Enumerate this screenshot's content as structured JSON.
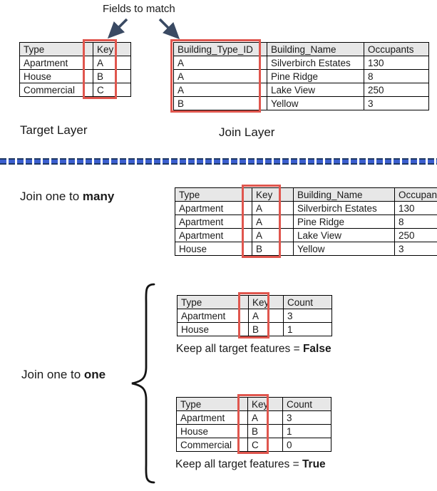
{
  "title": {
    "fields_to_match": "Fields to match"
  },
  "colors": {
    "highlight_red": "#e0564e",
    "header_gray": "#e7e7e7",
    "divider_blue": "#3b5fd0",
    "divider_navy": "#1f3864",
    "arrow_slate": "#3a4a63"
  },
  "target_layer": {
    "label": "Target Layer",
    "table": {
      "headers": [
        "Type",
        "Key"
      ],
      "rows": [
        [
          "Apartment",
          "A"
        ],
        [
          "House",
          "B"
        ],
        [
          "Commercial",
          "C"
        ]
      ]
    }
  },
  "join_layer": {
    "label": "Join Layer",
    "table": {
      "headers": [
        "Building_Type_ID",
        "Building_Name",
        "Occupants"
      ],
      "rows": [
        [
          "A",
          "Silverbirch Estates",
          "130"
        ],
        [
          "A",
          "Pine Ridge",
          "8"
        ],
        [
          "A",
          "Lake View",
          "250"
        ],
        [
          "B",
          "Yellow",
          "3"
        ]
      ]
    }
  },
  "join_one_to_many": {
    "label_prefix": "Join one to ",
    "label_bold": "many",
    "table": {
      "headers": [
        "Type",
        "Key",
        "Building_Name",
        "Occupants"
      ],
      "rows": [
        [
          "Apartment",
          "A",
          "Silverbirch Estates",
          "130"
        ],
        [
          "Apartment",
          "A",
          "Pine Ridge",
          "8"
        ],
        [
          "Apartment",
          "A",
          "Lake View",
          "250"
        ],
        [
          "House",
          "B",
          "Yellow",
          "3"
        ]
      ]
    }
  },
  "join_one_to_one": {
    "label_prefix": "Join one to ",
    "label_bold": "one",
    "false_case": {
      "table": {
        "headers": [
          "Type",
          "Key",
          "Count"
        ],
        "rows": [
          [
            "Apartment",
            "A",
            "3"
          ],
          [
            "House",
            "B",
            "1"
          ]
        ]
      },
      "caption_prefix": "Keep all target features = ",
      "caption_bold": "False"
    },
    "true_case": {
      "table": {
        "headers": [
          "Type",
          "Key",
          "Count"
        ],
        "rows": [
          [
            "Apartment",
            "A",
            "3"
          ],
          [
            "House",
            "B",
            "1"
          ],
          [
            "Commercial",
            "C",
            "0"
          ]
        ]
      },
      "caption_prefix": "Keep all target features = ",
      "caption_bold": "True"
    }
  }
}
